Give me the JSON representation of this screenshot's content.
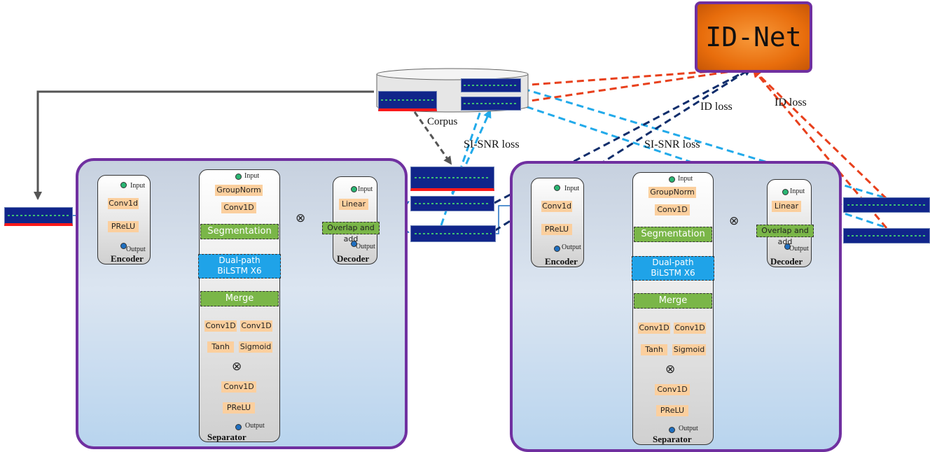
{
  "id_net": "ID-Net",
  "corpus_label": "Corpus",
  "losses": {
    "si_snr_left": "SI-SNR loss",
    "si_snr_right": "SI-SNR loss",
    "id_left": "ID loss",
    "id_right": "ID loss"
  },
  "blocks": {
    "input": "Input",
    "output": "Output",
    "encoder": {
      "title": "Encoder",
      "conv": "Conv1d",
      "act": "PReLU"
    },
    "decoder": {
      "title": "Decoder",
      "linear": "Linear",
      "overlap": "Overlap and add"
    },
    "separator": {
      "title": "Separator",
      "groupnorm": "GroupNorm",
      "conv_in": "Conv1D",
      "segmentation": "Segmentation",
      "dualpath_1": "Dual-path",
      "dualpath_2": "BiLSTM X6",
      "merge": "Merge",
      "conv_a": "Conv1D",
      "conv_b": "Conv1D",
      "tanh": "Tanh",
      "sigmoid": "Sigmoid",
      "conv_out": "Conv1D",
      "act_out": "PReLU"
    }
  },
  "colors": {
    "frame": "#7030a0",
    "flow_arrow": "#1f6fc0",
    "id_loss_line": "#e8401c",
    "si_snr_line": "#22aaea",
    "separated_line": "#0f2d6b",
    "corpus_line": "#555555"
  },
  "symbol_multiply": "⊗"
}
